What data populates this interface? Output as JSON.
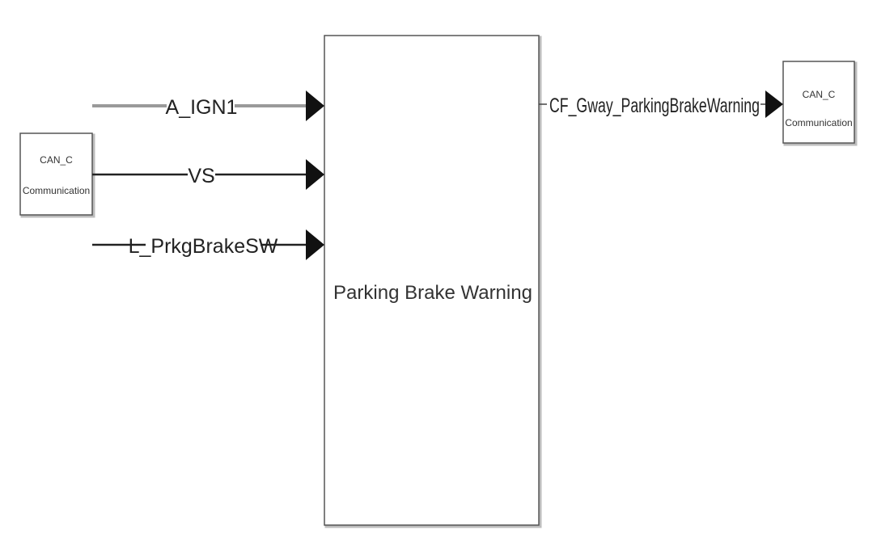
{
  "diagram": {
    "main_block": {
      "label": "Parking Brake Warning"
    },
    "left_block": {
      "line1": "CAN_C",
      "line2": "Communication"
    },
    "right_block": {
      "line1": "CAN_C",
      "line2": "Communication"
    },
    "inputs": [
      {
        "label": "A_IGN1"
      },
      {
        "label": "VS"
      },
      {
        "label": "L_PrkgBrakeSW"
      }
    ],
    "output": {
      "label": "CF_Gway_ParkingBrakeWarning"
    }
  }
}
